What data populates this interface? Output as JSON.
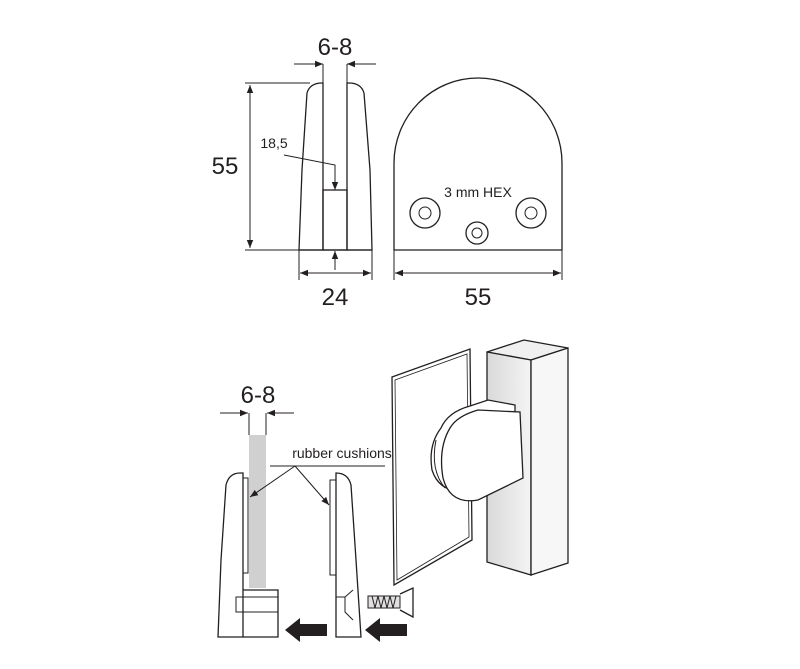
{
  "top_view": {
    "glass_thickness_label": "6-8",
    "height_label": "55",
    "slot_depth_label": "18,5",
    "depth_label": "24",
    "width_label": "55",
    "screw_label": "3 mm HEX"
  },
  "assembly_view": {
    "glass_thickness_label": "6-8",
    "cushion_label": "rubber cushions"
  },
  "colors": {
    "line": "#231f20",
    "glass": "#d0d0d0",
    "post": "#e6e6e6"
  }
}
